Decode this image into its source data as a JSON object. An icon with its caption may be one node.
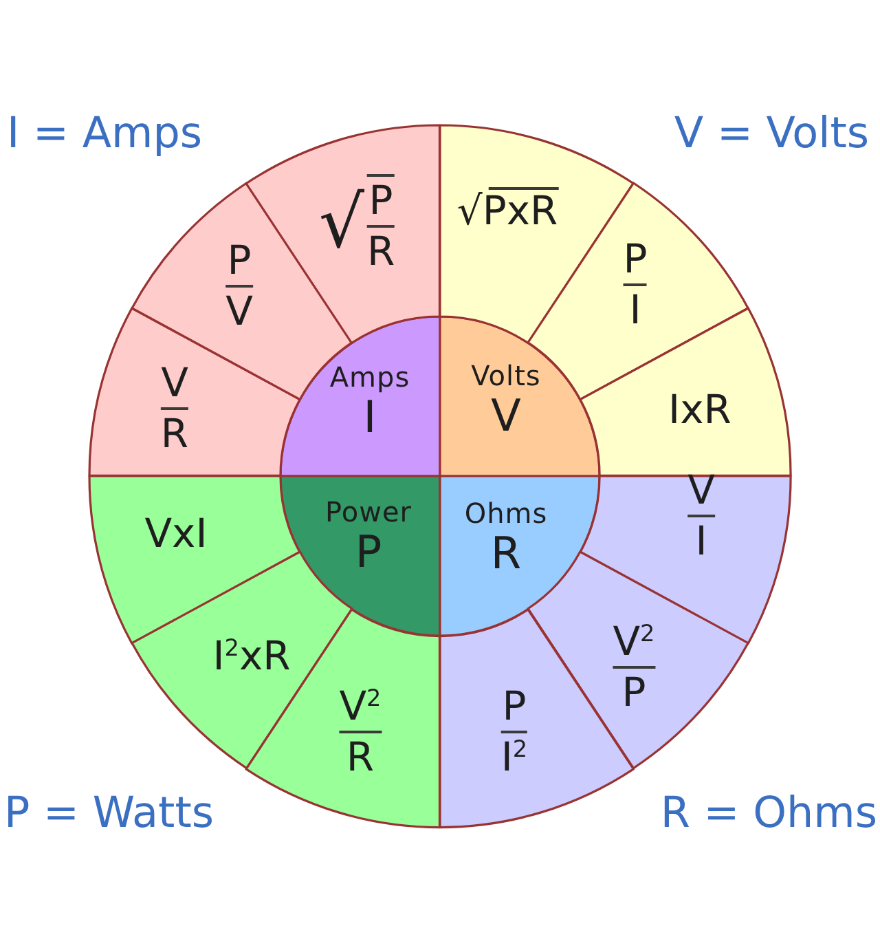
{
  "diagram": {
    "nodes": [
      {
        "text": [
          "Amps",
          "I"
        ]
      },
      {
        "text": [
          "V",
          "R"
        ]
      },
      {
        "text": [
          "P",
          "V"
        ]
      },
      {
        "text": [
          "√",
          "P",
          "R"
        ]
      },
      {
        "text": [
          "Volts",
          "V"
        ]
      },
      {
        "text": [
          "√PxR"
        ]
      },
      {
        "text": [
          "P",
          "I"
        ]
      },
      {
        "text": [
          "IxR"
        ]
      },
      {
        "text": [
          "Power",
          "P"
        ]
      },
      {
        "text": [
          "VxI"
        ]
      },
      {
        "text": [
          "I$^{2}$xR"
        ]
      },
      {
        "text": [
          "V$^{2}$",
          "R"
        ]
      },
      {
        "text": [
          "Ohms",
          "R"
        ]
      },
      {
        "text": [
          "V",
          "I"
        ]
      },
      {
        "text": [
          "V$^{2}$",
          "P"
        ]
      },
      {
        "text": [
          "P",
          "I$^{2}$"
        ]
      }
    ],
    "labels": [
      "I = Amps",
      "V = Volts",
      "P = Watts",
      "R = Ohms"
    ]
  }
}
